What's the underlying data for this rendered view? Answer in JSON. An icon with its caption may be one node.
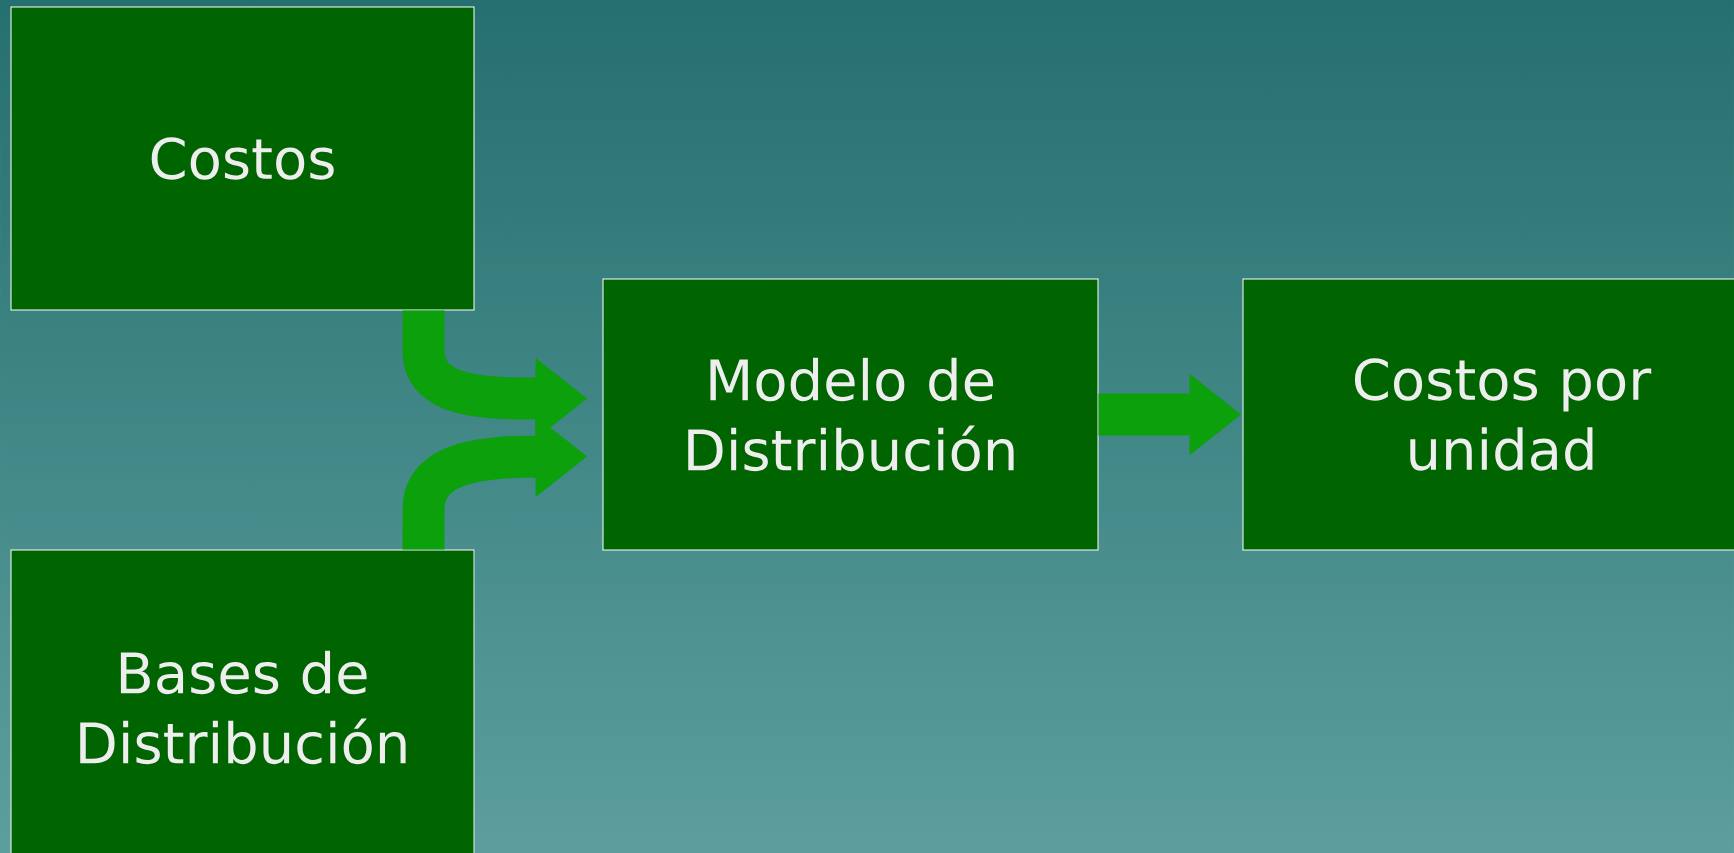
{
  "diagram": {
    "nodes": [
      {
        "text": [
          "Costos"
        ]
      },
      {
        "text": [
          "Bases de Distribución"
        ]
      },
      {
        "text": [
          "Modelo de Distribución"
        ]
      },
      {
        "text": [
          "Costos por unidad"
        ]
      }
    ],
    "edges": [
      {
        "from": 0,
        "to": 2,
        "arrow": "to"
      },
      {
        "from": 1,
        "to": 2,
        "arrow": "to"
      },
      {
        "from": 2,
        "to": 3,
        "arrow": "to"
      }
    ]
  }
}
